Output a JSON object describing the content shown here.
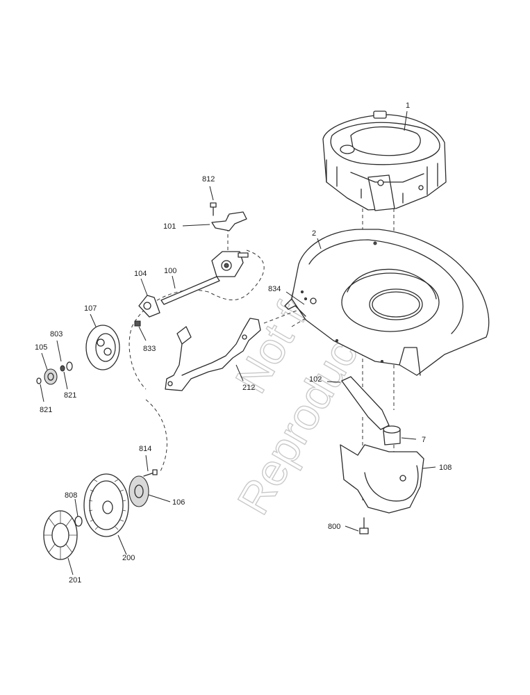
{
  "watermark": {
    "line1": "Not for",
    "line2": "Reproduction"
  },
  "callouts": {
    "c1": "1",
    "c2": "2",
    "c7": "7",
    "c100": "100",
    "c101": "101",
    "c102": "102",
    "c104": "104",
    "c105": "105",
    "c106": "106",
    "c107": "107",
    "c108": "108",
    "c200": "200",
    "c201": "201",
    "c212": "212",
    "c800": "800",
    "c803": "803",
    "c808": "808",
    "c812": "812",
    "c814": "814",
    "c821a": "821",
    "c821b": "821",
    "c833": "833",
    "c834": "834"
  }
}
